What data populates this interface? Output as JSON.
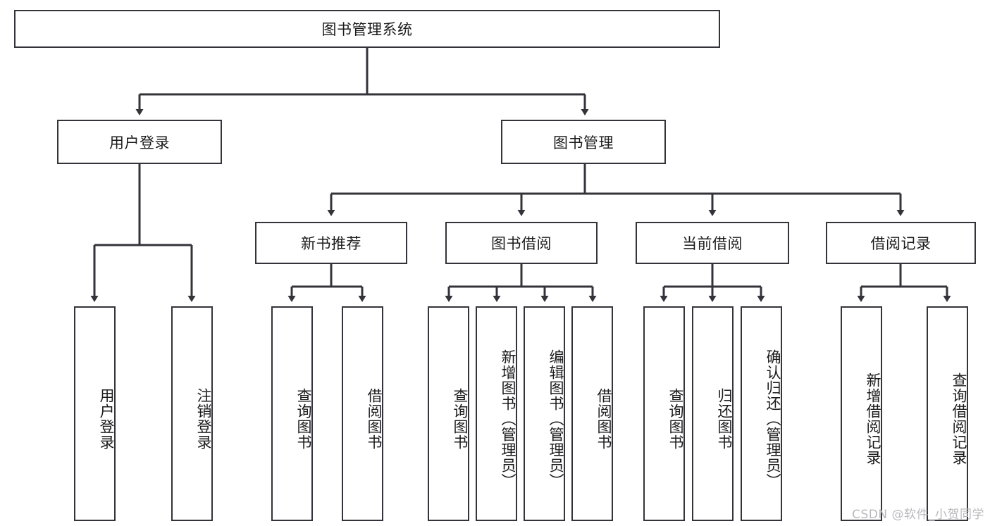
{
  "diagram": {
    "title": "图书管理系统",
    "type": "tree-hierarchy-chart",
    "root": {
      "label": "图书管理系统"
    },
    "level2": [
      {
        "label": "用户登录"
      },
      {
        "label": "图书管理"
      }
    ],
    "level3": [
      {
        "label": "新书推荐"
      },
      {
        "label": "图书借阅"
      },
      {
        "label": "当前借阅"
      },
      {
        "label": "借阅记录"
      }
    ],
    "leaves": {
      "user_login": [
        {
          "label": "用户登录"
        },
        {
          "label": "注销登录"
        }
      ],
      "new_book_recommend": [
        {
          "label": "查询图书"
        },
        {
          "label": "借阅图书"
        }
      ],
      "book_borrow": [
        {
          "label": "查询图书"
        },
        {
          "label": "新增图书（管理员）"
        },
        {
          "label": "编辑图书（管理员）"
        },
        {
          "label": "借阅图书"
        }
      ],
      "current_borrow": [
        {
          "label": "查询图书"
        },
        {
          "label": "归还图书"
        },
        {
          "label": "确认归还（管理员）"
        }
      ],
      "borrow_record": [
        {
          "label": "新增借阅记录"
        },
        {
          "label": "查询借阅记录"
        }
      ]
    }
  },
  "watermark": {
    "text": "CSDN @软件_小贺同学"
  },
  "colors": {
    "stroke": "#33333a",
    "background": "#ffffff",
    "text": "#1b1b1b",
    "watermark": "#b9b9bd"
  }
}
